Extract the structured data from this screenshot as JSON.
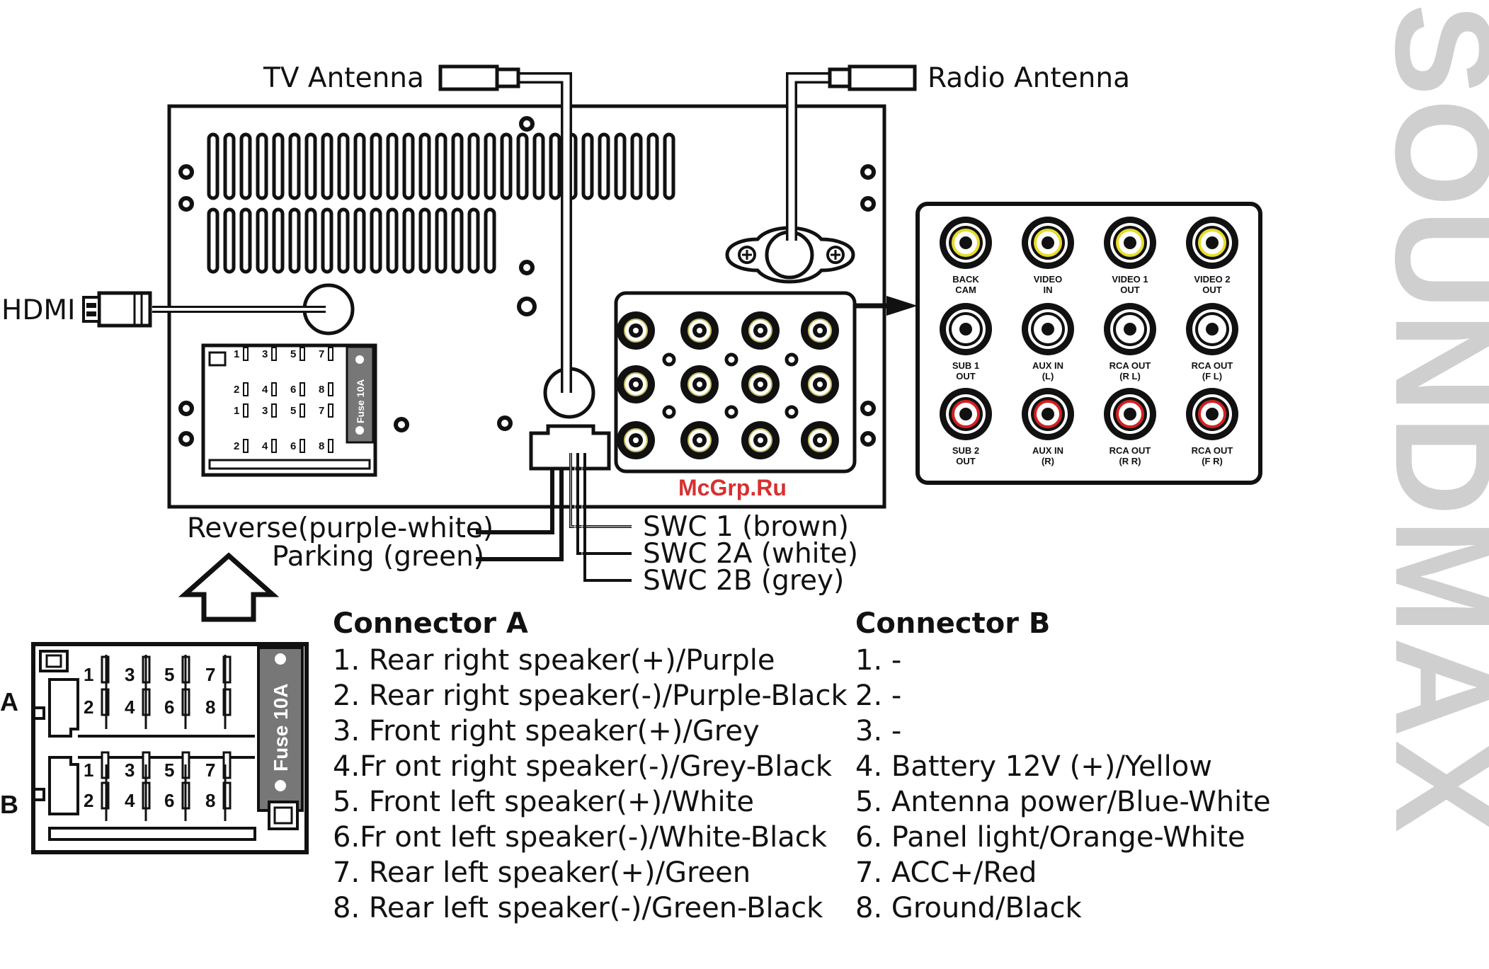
{
  "antennas": {
    "tv": "TV Antenna",
    "radio": "Radio Antenna"
  },
  "hdmi": "HDMI",
  "wires_left": {
    "reverse": "Reverse(purple-white)",
    "parking": "Parking (green)"
  },
  "wires_right": {
    "swc1": "SWC 1 (brown)",
    "swc2a": "SWC 2A (white)",
    "swc2b": "SWC 2B (grey)"
  },
  "rca_labels": [
    [
      "BACK",
      "CAM"
    ],
    [
      "VIDEO",
      "IN"
    ],
    [
      "VIDEO 1",
      "OUT"
    ],
    [
      "VIDEO 2",
      "OUT"
    ],
    [
      "SUB 1",
      "OUT"
    ],
    [
      "AUX IN",
      "(L)"
    ],
    [
      "RCA OUT",
      "(R L)"
    ],
    [
      "RCA OUT",
      "(F L)"
    ],
    [
      "SUB 2",
      "OUT"
    ],
    [
      "AUX IN",
      "(R)"
    ],
    [
      "RCA OUT",
      "(R R)"
    ],
    [
      "RCA OUT",
      "(F R)"
    ]
  ],
  "rca_ring_colors": [
    "#e8dc2a",
    "#e8dc2a",
    "#e8dc2a",
    "#e8dc2a",
    "#ffffff",
    "#ffffff",
    "#ffffff",
    "#ffffff",
    "#d42020",
    "#d42020",
    "#d42020",
    "#d42020"
  ],
  "connector_pins": [
    "1",
    "3",
    "5",
    "7",
    "2",
    "4",
    "6",
    "8"
  ],
  "fuse_label": "Fuse 10A",
  "connector_row_labels": {
    "a": "A",
    "b": "B"
  },
  "connector_a": {
    "title": "Connector A",
    "items": [
      "1. Rear right speaker(+)/Purple",
      "2. Rear right speaker(-)/Purple-Black",
      "3. Front right speaker(+)/Grey",
      "4.Fr ont right speaker(-)/Grey-Black",
      "5. Front left speaker(+)/White",
      "6.Fr ont left speaker(-)/White-Black",
      "7. Rear left speaker(+)/Green",
      "8. Rear left speaker(-)/Green-Black"
    ]
  },
  "connector_b": {
    "title": "Connector B",
    "items": [
      "1. -",
      "2. -",
      "3. -",
      "4. Battery 12V (+)/Yellow",
      "5. Antenna power/Blue-White",
      "6. Panel light/Orange-White",
      "7. ACC+/Red",
      "8. Ground/Black"
    ]
  },
  "watermark": "McGrp.Ru",
  "brand": "SOUNDMAX"
}
